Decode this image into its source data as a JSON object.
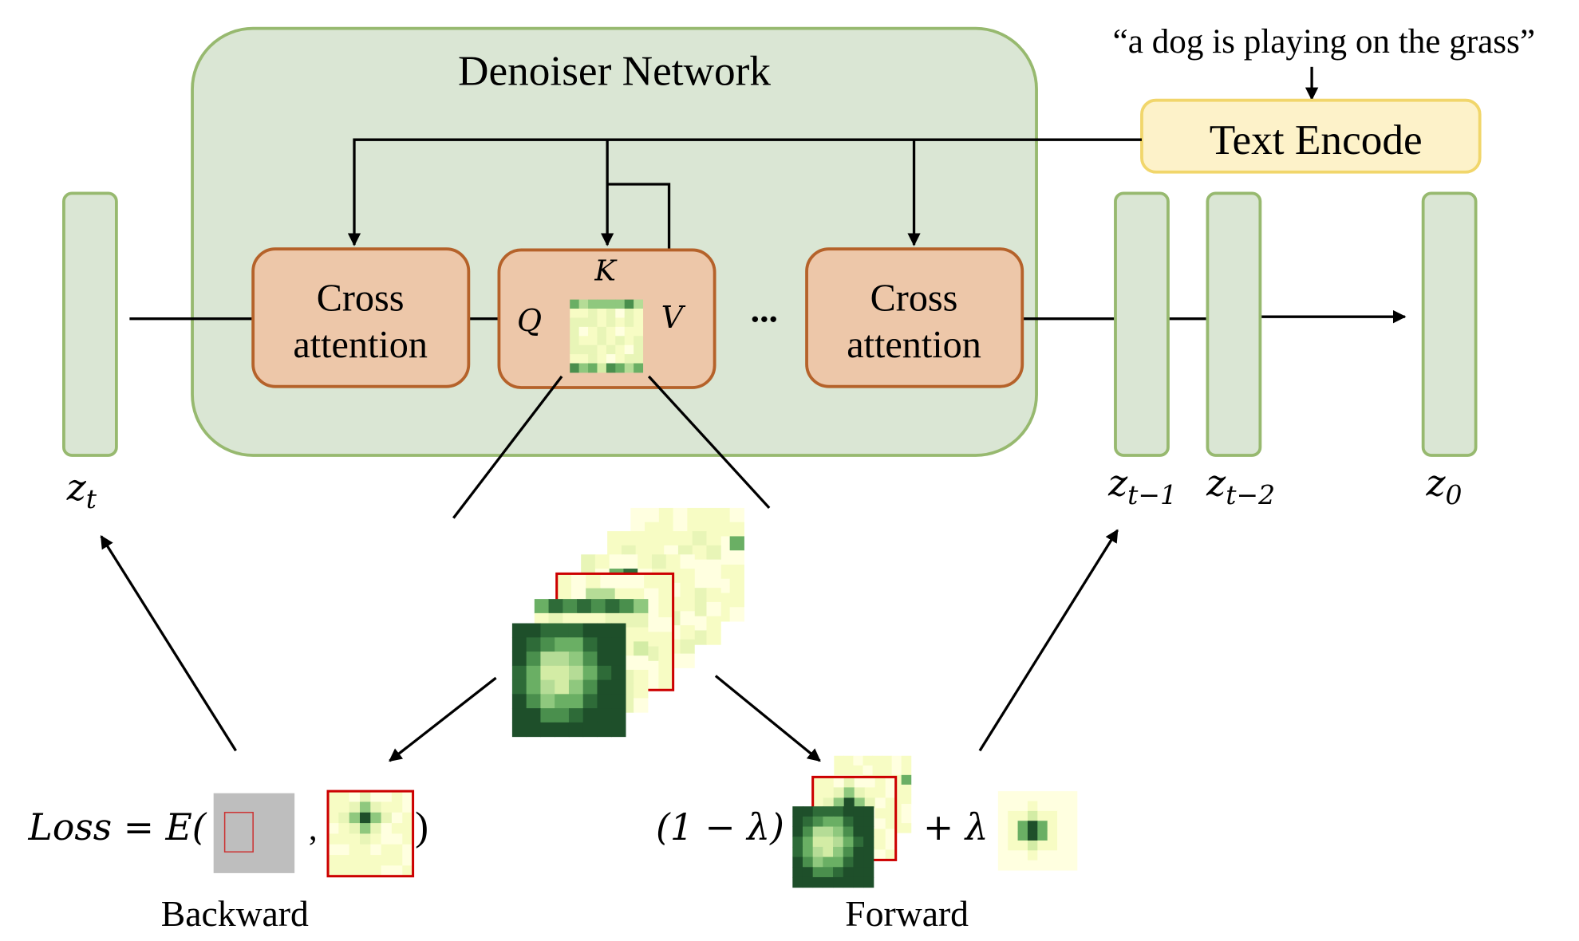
{
  "title": "Denoiser Network",
  "prompt": "“a dog is playing on the grass”",
  "text_encoder": "Text Encode",
  "blocks": [
    {
      "label_line1": "Cross",
      "label_line2": "attention"
    },
    {
      "q": "Q",
      "k": "K",
      "v": "V"
    },
    {
      "ellipsis": "..."
    },
    {
      "label_line1": "Cross",
      "label_line2": "attention"
    }
  ],
  "latents": {
    "zt": {
      "base": "z",
      "sub": "t"
    },
    "zt1": {
      "base": "z",
      "sub": "t−1"
    },
    "zt2": {
      "base": "z",
      "sub": "t−2"
    },
    "z0": {
      "base": "z",
      "sub": "0"
    }
  },
  "backward": {
    "formula_prefix": "Loss = E(",
    "comma": ",",
    "close": ")",
    "label": "Backward"
  },
  "forward": {
    "formula_prefix": "(1 − λ)",
    "plus": "+ λ",
    "label": "Forward"
  },
  "colors": {
    "denoiser_fill": "#dae6d4",
    "denoiser_stroke": "#97b96f",
    "block_fill": "#edc7a9",
    "block_stroke": "#b5622a",
    "encoder_fill": "#fdf2c9",
    "encoder_stroke": "#f1d66b",
    "highlight": "#cc0000",
    "mask_gray": "#bebebe"
  }
}
